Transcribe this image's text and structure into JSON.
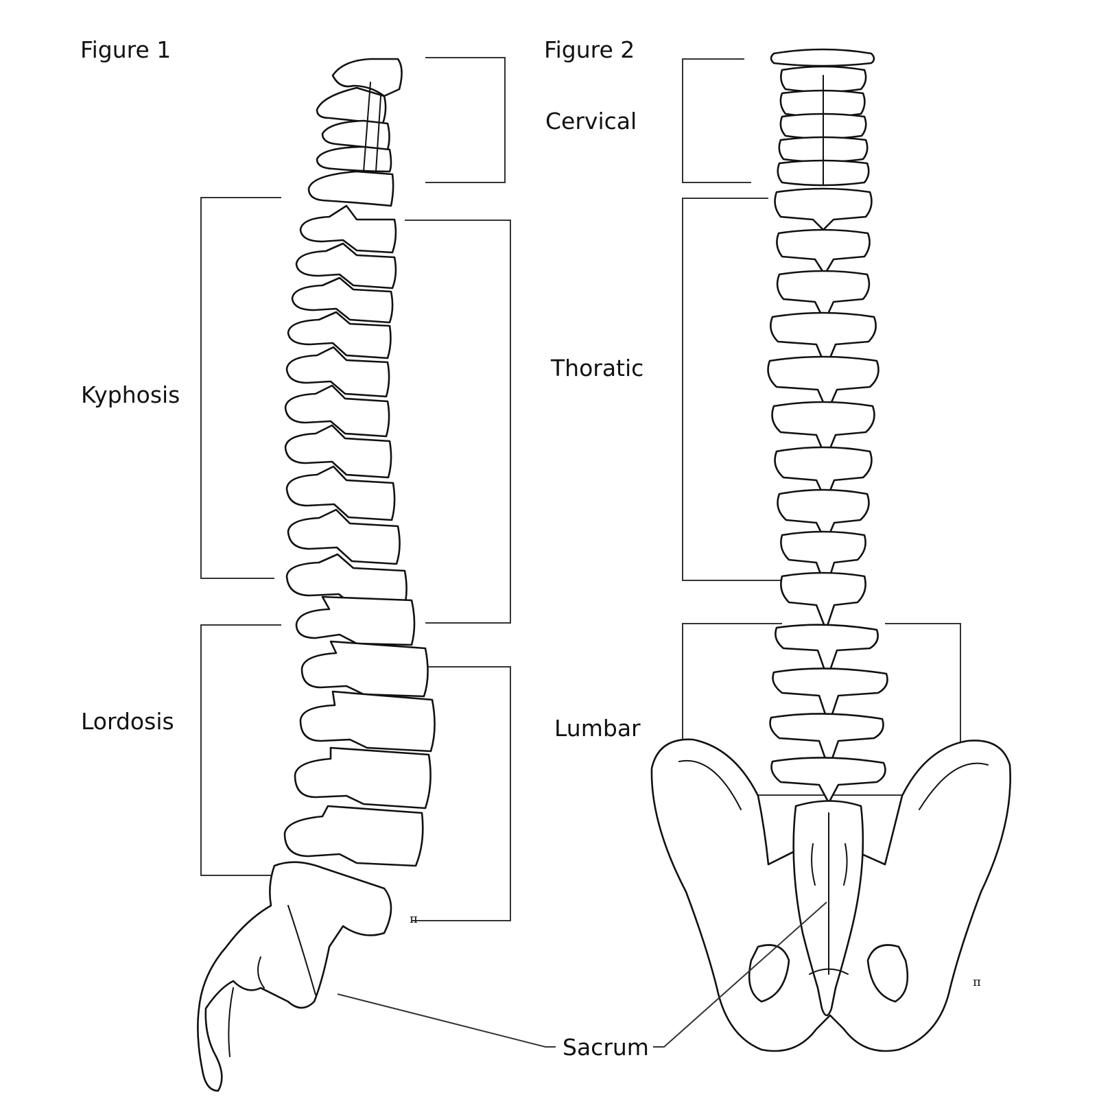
{
  "figure1": {
    "title": "Figure 1",
    "view": "lateral view of vertebral column",
    "curves": [
      {
        "label": "Kyphosis",
        "side": "left"
      },
      {
        "label": "Lordosis",
        "side": "left"
      }
    ]
  },
  "figure2": {
    "title": "Figure 2",
    "view": "posterior view of vertebral column and pelvis",
    "regions": [
      {
        "label": "Cervical"
      },
      {
        "label": "Thoratic"
      },
      {
        "label": "Lumbar"
      }
    ]
  },
  "shared": {
    "sacrum_label": "Sacrum"
  },
  "signature": {
    "mark": "π"
  },
  "colors": {
    "line": "#111111",
    "bracket": "#333333",
    "background": "#ffffff"
  }
}
